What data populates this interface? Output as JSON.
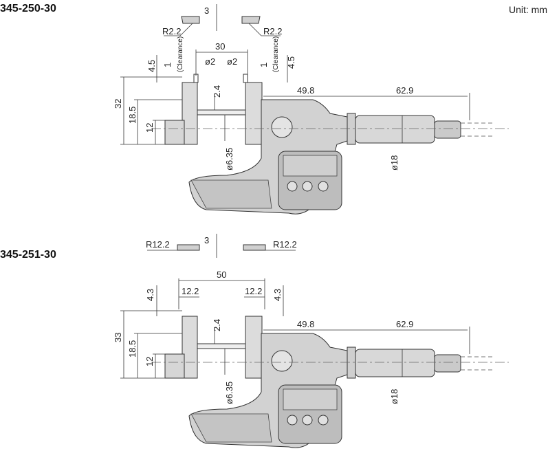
{
  "header": {
    "unit": "Unit: mm"
  },
  "figures": [
    {
      "model": "345-250-30",
      "labels": {
        "r_left": "R2.2",
        "r_right": "R2.2",
        "anvil_thick": "3",
        "span": "30",
        "dia_left": "ø2",
        "dia_right": "ø2",
        "clear_val_l": "1",
        "clear_val_r": "1",
        "clear_txt_l": "(Clearance)",
        "clear_txt_r": "(Clearance)",
        "tip_l": "4.5",
        "tip_r": "4.5",
        "total_h": "32",
        "mid_h": "18.5",
        "low_h": "12",
        "gap": "2.4",
        "rod_dia": "ø6.35",
        "offset": "49.8",
        "length": "62.9",
        "thimble_dia": "ø18"
      }
    },
    {
      "model": "345-251-30",
      "labels": {
        "r_left": "R12.2",
        "r_right": "R12.2",
        "anvil_thick": "3",
        "span": "50",
        "jaw_l": "12.2",
        "jaw_r": "12.2",
        "tip_l": "4.3",
        "tip_r": "4.3",
        "total_h": "33",
        "mid_h": "18.5",
        "low_h": "12",
        "gap": "2.4",
        "rod_dia": "ø6.35",
        "offset": "49.8",
        "length": "62.9",
        "thimble_dia": "ø18"
      }
    }
  ]
}
